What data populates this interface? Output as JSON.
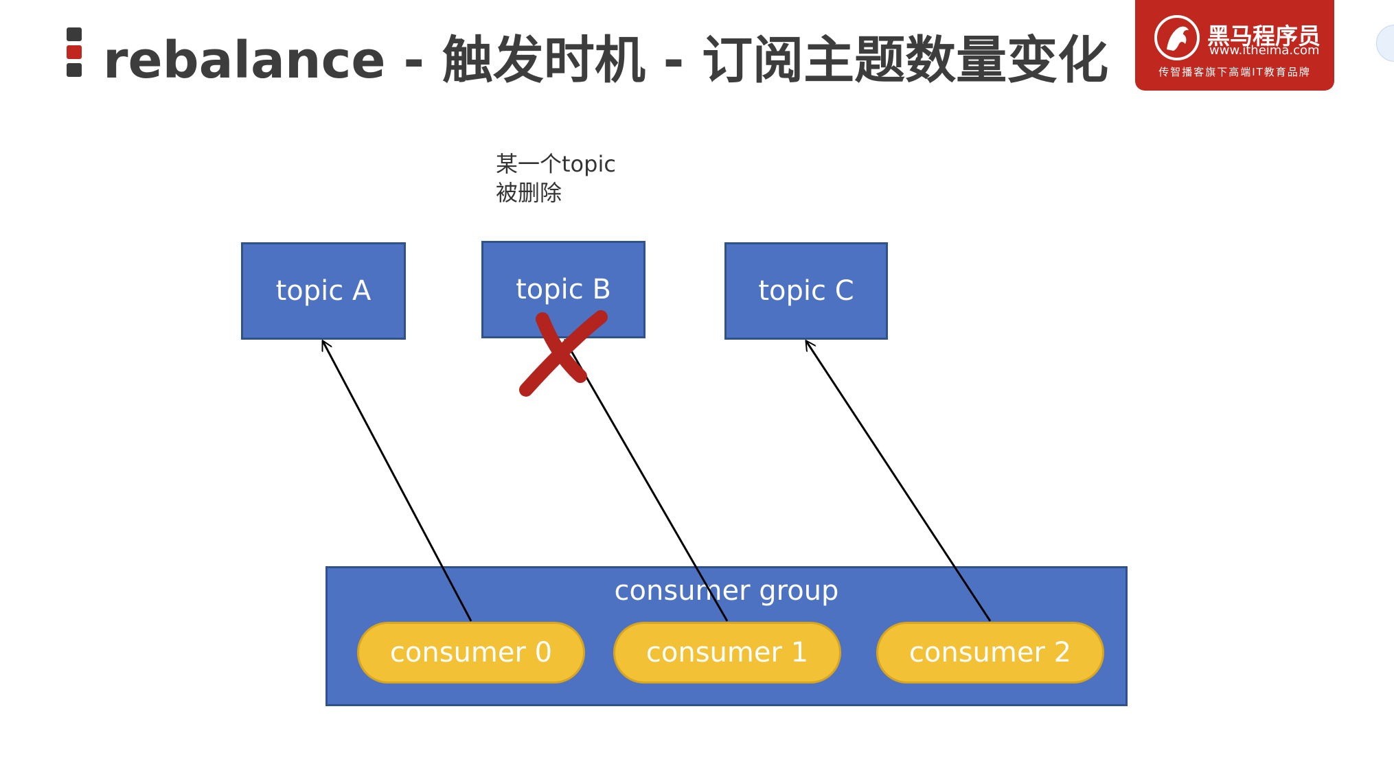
{
  "title": "rebalance - 触发时机 - 订阅主题数量变化",
  "logo": {
    "name": "黑马程序员",
    "url": "www.itheima.com",
    "slogan": "传智播客旗下高端IT教育品牌"
  },
  "caption": {
    "line1": "某一个topic",
    "line2": "被删除"
  },
  "topics": [
    {
      "label": "topic A"
    },
    {
      "label": "topic B",
      "deleted": true
    },
    {
      "label": "topic C"
    }
  ],
  "consumer_group": {
    "label": "consumer group",
    "consumers": [
      {
        "label": "consumer 0",
        "subscribes_to": "topic A"
      },
      {
        "label": "consumer 1",
        "subscribes_to": "topic B"
      },
      {
        "label": "consumer 2",
        "subscribes_to": "topic C"
      }
    ]
  },
  "colors": {
    "box_fill": "#4e72c2",
    "box_border": "#2f528f",
    "consumer_fill": "#f2c136",
    "consumer_border": "#d7a61e",
    "delete_mark": "#b3241e",
    "logo_bg": "#c0271e",
    "title_text": "#3d3d3d",
    "marker_top": "#3a3a3a",
    "marker_middle": "#c0271e",
    "marker_bottom": "#3a3a3a"
  },
  "icons": {
    "title_marker": "stacked-bars-icon",
    "logo_emblem": "horse-head-logo-icon",
    "delete_mark": "red-x-icon"
  }
}
